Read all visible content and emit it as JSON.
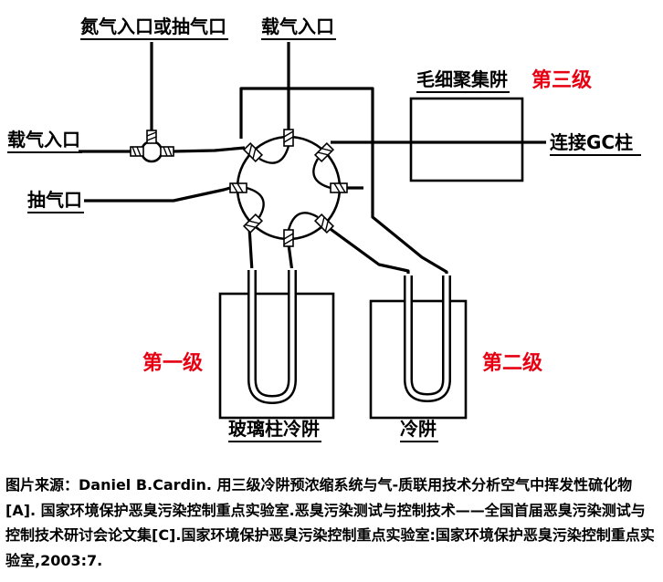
{
  "colors": {
    "line": "#000000",
    "stage_red": "#e60012",
    "background": "#ffffff"
  },
  "labels": {
    "n2_inlet": "氮气入口或抽气口",
    "carrier_top": "载气入口",
    "carrier_left": "载气入口",
    "pump_port": "抽气口",
    "capillary_trap": "毛细聚集阱",
    "stage3": "第三级",
    "gc_column": "连接GC柱",
    "stage1": "第一级",
    "stage2": "第二级",
    "glass_trap": "玻璃柱冷阱",
    "cold_trap": "冷阱"
  },
  "caption": {
    "text": "图片来源：Daniel B.Cardin. 用三级冷阱预浓缩系统与气-质联用技术分析空气中挥发性硫化物[A]. 国家环境保护恶臭污染控制重点实验室.恶臭污染测试与控制技术——全国首届恶臭污染测试与控制技术研讨会论文集[C].国家环境保护恶臭污染控制重点实验室:国家环境保护恶臭污染控制重点实验室,2003:7."
  }
}
